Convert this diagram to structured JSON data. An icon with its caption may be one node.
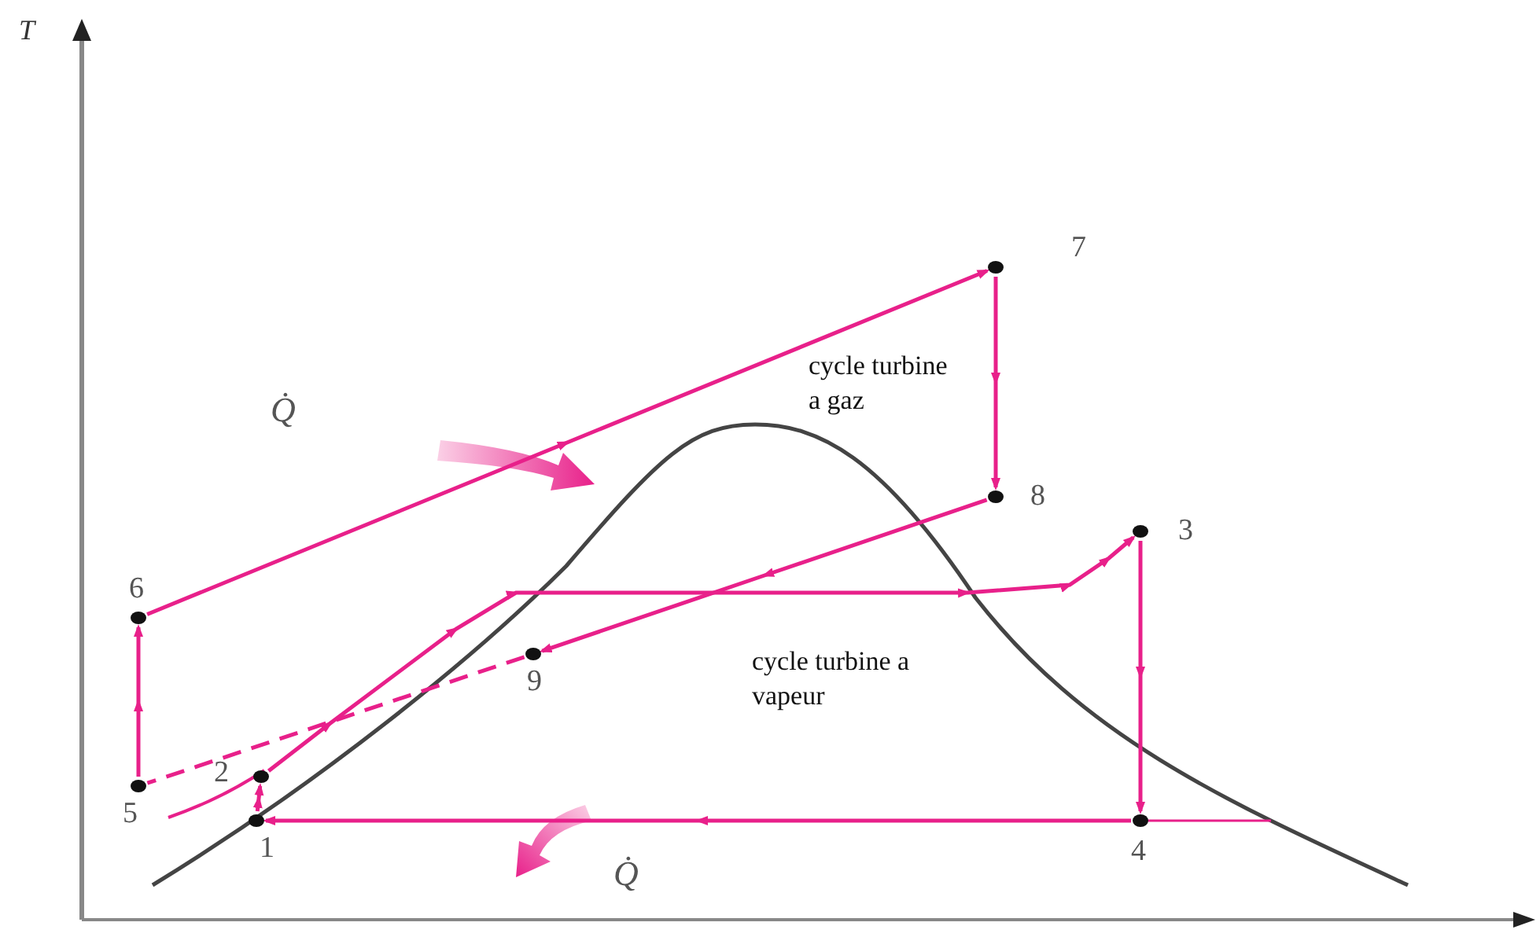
{
  "diagram": {
    "nodes": [
      {
        "text": [
          "1"
        ]
      },
      {
        "text": [
          "2"
        ]
      },
      {
        "text": [
          "3"
        ]
      },
      {
        "text": [
          "4"
        ]
      },
      {
        "text": [
          "5"
        ]
      },
      {
        "text": [
          "6"
        ]
      },
      {
        "text": [
          "7"
        ]
      },
      {
        "text": [
          "8"
        ]
      },
      {
        "text": [
          "9"
        ]
      }
    ],
    "edges": [
      {
        "from": 4,
        "to": 5,
        "arrow": "to"
      },
      {
        "from": 5,
        "to": 6,
        "arrow": "to"
      },
      {
        "from": 6,
        "to": 7,
        "arrow": "to"
      },
      {
        "from": 7,
        "to": 8,
        "arrow": "to"
      },
      {
        "from": 8,
        "to": 4,
        "arrow": "none",
        "style": "dashed"
      },
      {
        "from": 0,
        "to": 1,
        "arrow": "to"
      },
      {
        "from": 1,
        "to": 2,
        "arrow": "to"
      },
      {
        "from": 2,
        "to": 3,
        "arrow": "to"
      },
      {
        "from": 3,
        "to": 0,
        "arrow": "to"
      }
    ],
    "labels": [
      "T",
      "Q̇",
      "cycle turbine a gaz",
      "cycle turbine a vapeur",
      "Q̇"
    ]
  }
}
